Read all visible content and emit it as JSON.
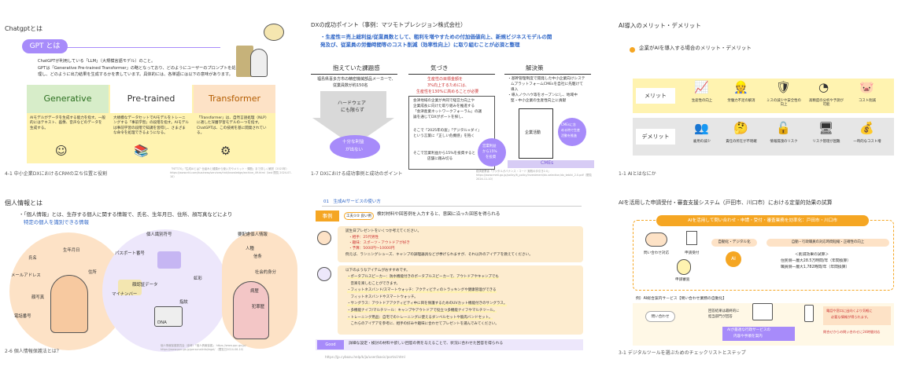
{
  "s1": {
    "title": "Chatgptとは",
    "gpt": "GPT とは",
    "d1": "ChatGPTが利用している「LLM」（大規模言語モデル）のこと。",
    "d2": "GPTは「Generative Pre-trained Transformer」の略となっており、どのようにユーザーのプロンプトを処",
    "d3": "理し、どのように出力結果を生成するかを表しています。具体的には、各単語には以下の意味があります。",
    "cards": [
      {
        "h": "Generative",
        "b": "AIモデルがデータを生成する能力を指す。一般的にはテキスト、画像、音声などのデータを生成する。"
      },
      {
        "h": "Pre-trained",
        "b": "大規模なデータセットでAIモデルをトレーニングする「事前学習」の段階を指す。AIモデルは事前学習の段階で知識を習得し、さまざまな命令を処理できるようになる。"
      },
      {
        "h": "Transformer",
        "b": "「Transformer」は、自然言語処理（NLP）に適した深層学習モデルの一つを指す。ChatGPTは、この技術を基に開発されている。"
      }
    ],
    "footer": "4-1 中小企業DXにおけるCRMの立ち位置と役割",
    "src": "「NTT-TX」「生成AIとは？仕組みと種類から使い方やメリット・課題」まで詳しく解説（2023年）https://www.ntt.com/business/services/rink/knowledge/archive_49.html（last 閲覧 2024-07-10）"
  },
  "s2": {
    "title": "DXの成功ポイント（事例：マツモトプレシジョン株式会社）",
    "lead1": "・生産性＝売上総利益/従業員数として、粗利を増やすための付加価値向上、新規ビジネスモデルの開",
    "lead2": "発及び、従業員の労働時間等のコスト削減（効率性向上）に取り組むことが必須と整理",
    "h1": "抱えていた課題感",
    "h2": "気づき",
    "h3": "解決策",
    "c1a": "福島県喜多方市の精密機械部品メーカーで、",
    "c1b": "従業員数が約150名",
    "arrow": "ハードウェア",
    "arrow2": "にも限らず",
    "bub": "十分な利益",
    "bub2": "が出ない",
    "g1": "生産性の目標金額を",
    "g2": "3%向上するためには、",
    "g3": "生産性を130%に高めることが必要",
    "g4": "会津地域の企業が共同で経営力向上や",
    "g5": "企業成長に向けた取り組みを推進する",
    "g6": "「会津産業ネットワークフォーラム」の議",
    "g7": "論を通じてDXがポートを探し、",
    "g8": "そこで「2025年の崖」「デジタル×ダイ」",
    "g9": "という言葉に「正しい危機感」を抱く",
    "g10": "そこで営業利益から15%を投資すると",
    "g11": "店舗に踏み切る",
    "cir1": "営業利益",
    "cir2": "から15%",
    "cir3": "を投資",
    "sol1": "・基幹管理制度で開発した中小企業向けシステ",
    "sol2": "ムプラットフォームCMEsを自社に先駆けて",
    "sol3": "導入",
    "sol4": "・導入ノウハウ等をオープンにし、地域中",
    "sol5": "堅・中小企業の生産性向上に貢献",
    "ent": "企業活動",
    "cmes": "CMEs",
    "cir4": "CMEsに含",
    "cir5": "める特で生産",
    "cir6": "活動を推進",
    "footer": "1-7 DXにおける成功事例と成功のポイント",
    "src": "経済産業省「デジタルガバナンス・コード 実践の手引き2.0」https://www.meti.go.jp/policy/it_policy/investment/dx-selection/dx_tebiki_2.0.pdf（閲覧2024-11-10）"
  },
  "s3": {
    "title": "AI導入のメリット・デメリット",
    "sub": "企業がAIを導入する場合のメリット・デメリット",
    "merit": "メリット",
    "demerit": "デメリット",
    "m": [
      "生産性の向上",
      "労働力不足の解消",
      "ミスの減少や安全性の向上",
      "高精度の分析や予測が可能",
      "コスト削減"
    ],
    "d": [
      "雇用の減少",
      "責任の所在が不明確",
      "情報漏洩のリスク",
      "リスク管理が困難",
      "一時的なコスト増"
    ],
    "mi": [
      "graph-icon",
      "worker-icon",
      "shield-check-icon",
      "chart-pie-icon",
      "piggy-bank-icon"
    ],
    "di": [
      "people-minus-icon",
      "thinking-person-icon",
      "leak-lock-icon",
      "risk-monitor-icon",
      "coins-up-icon"
    ],
    "footer": "1-1 AIとはなにか"
  },
  "s4": {
    "title": "個人情報とは",
    "l1": "・「個人情報」とは、生存する個人に関する情報で、氏名、生年月日、住所、顔写真などにより",
    "l2": "特定の個人を識別できる情報",
    "words": [
      "生年月日",
      "氏名",
      "住所",
      "メールアドレス",
      "顔写真",
      "電話番号"
    ],
    "mid": [
      "個人識別符号",
      "パスポート番号",
      "顔認証データ",
      "虹彩",
      "マイナンバー",
      "指紋",
      "DNA"
    ],
    "right": [
      "要配慮個人情報",
      "人種",
      "信条",
      "社会的身分",
      "病歴",
      "犯罪歴"
    ],
    "footer": "2-6 個人情報保護法とは？",
    "src": "個人情報保護委員会（参考）「個人情報保護」 https://www.ppc.go.jp/ https://www.ppc.go.jp/personalinfo/legal/ （閲覧日2024-06-10）"
  },
  "s5": {
    "top": "01　生成AIサービスの使い方",
    "tag": "事例",
    "tag2": "工夫①② 良い例",
    "head": "検討材料や回答例を入力すると、意図に沿った回答を得られる",
    "q1": "誕生日プレゼントをいくつか考えてください。",
    "q2": "・相手：25代男性",
    "q3": "・趣味：スポーツ・アウトドアが好き",
    "q4": "・予算：5000円〜10000円",
    "q5": "例えば、ランニングシューズ、キャンプの調理器具などが挙げられますが、それ以外のアイデアを教えてください。",
    "a0": "以下のようなアイテムがおすすめです。",
    "a": [
      "・ポータブルスピーカー：防水機能付きのポータブルスピーカーで、アウトドアやキャンプでも",
      "　音楽を楽しむことができます。",
      "・フィットネスバンド/スマートウォッチ：アクティビティのトラッキングや健康管理ができる",
      "　フィットネスバンドやスマートウォッチ。",
      "・サングラス：アウトドアアクティビティ中に目を保護するためのUVカット機能付きのサングラス。",
      "・多機能ナイフ/マルチツール：キャンプやアウトドアで役立つ多機能ナイフやマルチツール。",
      "・トレーニング用品：自宅でのトレーニングに使えるダンベルセットや筋肉バンドセット。",
      "　これらのアイデアを参考に、相手の好みや趣味に合わせてプレゼントを選んでみてください。"
    ],
    "good": "Good",
    "goodt": "詳細な設定・検討の材料や欲しい回答の例を与えることで、状況に合わせた回答を得られる",
    "url": "https://jp.cybozu.help/k/ja/user/basic/portal.html"
  },
  "s6": {
    "title": "AIを活用した申請受付・審査支援システム（戸田市、川口市）における定量的効果の試算",
    "banner": "AIを活用して問い合わせ・申請・受付・審査業務を効率化：戸田市・川口市",
    "l1": "問い合わせ対応",
    "l2": "申請受付",
    "l3": "申請審査",
    "b1": "自動化・デジタル化",
    "ai": "AI",
    "g1": "自動・行政職員の対応時間短縮・正確性の向上",
    "g2": "＜削減効果の試算＞",
    "g3": "住民側一層大28.5万時間/年（年間換算）",
    "g4": "職員側一層大1,782時間/年（年間換算）",
    "sub": "例）AI総合案内サービス【問い合わせ業務の自動化】",
    "q": "問い合わせ",
    "n1": "回答結果は最終的に",
    "n2": "担当部門が回答",
    "box": "AIが最適な行政サービスの",
    "box2": "内容や手順を案内",
    "y1": "電話や窓口に出向くより気軽に",
    "y2": "必要な情報が得られます。",
    "y3": "問合せからの問い合わせに24時間対応",
    "footer": "3-1 デジタルツールを選ぶためのチェックリストとステップ"
  },
  "colors": {
    "purple": "#a78bfa",
    "lav": "#ede7fb",
    "orange": "#f5a623",
    "peach": "#fde2c6",
    "yellow": "#fff3b0",
    "green": "#d7edc9",
    "blue": "#2f66c7"
  }
}
